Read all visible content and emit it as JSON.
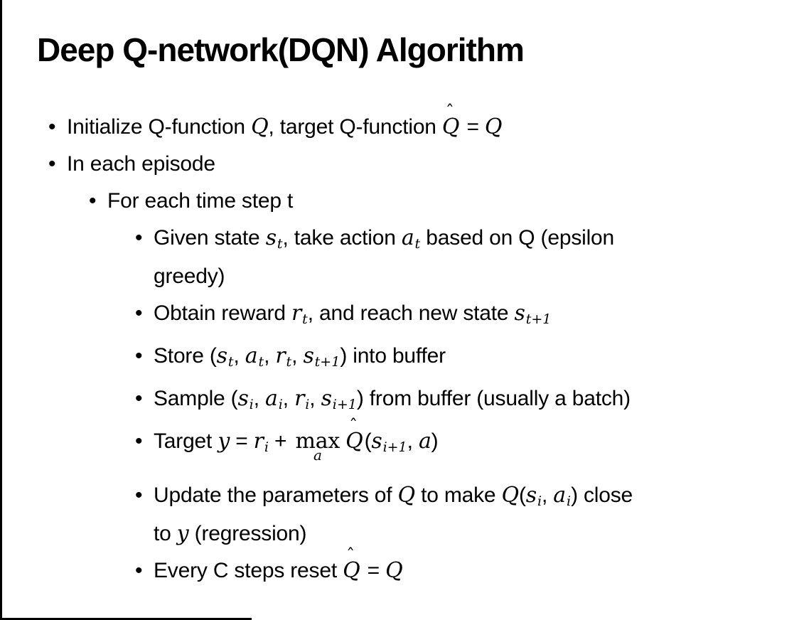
{
  "slide": {
    "title": "Deep Q-network(DQN) Algorithm",
    "bullet_glyph": "•",
    "hat_glyph": "ˆ",
    "colors": {
      "text": "#000000",
      "background": "#ffffff",
      "border": "#000000"
    },
    "bullets": [
      {
        "level": 1,
        "lines": [
          [
            {
              "t": "x",
              "v": "Initialize Q-function "
            },
            {
              "t": "m",
              "v": "Q"
            },
            {
              "t": "x",
              "v": ", target Q-function "
            },
            {
              "t": "mh",
              "v": "Q"
            },
            {
              "t": "x",
              "v": " = "
            },
            {
              "t": "m",
              "v": "Q"
            }
          ]
        ]
      },
      {
        "level": 1,
        "lines": [
          [
            {
              "t": "x",
              "v": "In each episode"
            }
          ]
        ]
      },
      {
        "level": 2,
        "lines": [
          [
            {
              "t": "x",
              "v": "For each time step t"
            }
          ]
        ]
      },
      {
        "level": 3,
        "lines": [
          [
            {
              "t": "x",
              "v": "Given state "
            },
            {
              "t": "ms",
              "v": "s",
              "s": "t"
            },
            {
              "t": "x",
              "v": ", take action "
            },
            {
              "t": "ms",
              "v": "a",
              "s": "t"
            },
            {
              "t": "x",
              "v": " based on Q (epsilon"
            }
          ],
          [
            {
              "t": "x",
              "v": "greedy)"
            }
          ]
        ]
      },
      {
        "level": 3,
        "lines": [
          [
            {
              "t": "x",
              "v": "Obtain reward "
            },
            {
              "t": "ms",
              "v": "r",
              "s": "t"
            },
            {
              "t": "x",
              "v": ", and reach new state "
            },
            {
              "t": "ms",
              "v": "s",
              "s": "t+1"
            }
          ]
        ]
      },
      {
        "level": 3,
        "lines": [
          [
            {
              "t": "x",
              "v": "Store ("
            },
            {
              "t": "ms",
              "v": "s",
              "s": "t"
            },
            {
              "t": "x",
              "v": ", "
            },
            {
              "t": "ms",
              "v": "a",
              "s": "t"
            },
            {
              "t": "x",
              "v": ", "
            },
            {
              "t": "ms",
              "v": "r",
              "s": "t"
            },
            {
              "t": "x",
              "v": ", "
            },
            {
              "t": "ms",
              "v": "s",
              "s": "t+1"
            },
            {
              "t": "x",
              "v": ") into buffer"
            }
          ]
        ]
      },
      {
        "level": 3,
        "lines": [
          [
            {
              "t": "x",
              "v": "Sample ("
            },
            {
              "t": "ms",
              "v": "s",
              "s": "i"
            },
            {
              "t": "x",
              "v": ", "
            },
            {
              "t": "ms",
              "v": "a",
              "s": "i"
            },
            {
              "t": "x",
              "v": ", "
            },
            {
              "t": "ms",
              "v": "r",
              "s": "i"
            },
            {
              "t": "x",
              "v": ", "
            },
            {
              "t": "ms",
              "v": "s",
              "s": "i+1"
            },
            {
              "t": "x",
              "v": ") from buffer (usually a batch)"
            }
          ]
        ]
      },
      {
        "level": 3,
        "lines": [
          [
            {
              "t": "x",
              "v": "Target "
            },
            {
              "t": "m",
              "v": "y"
            },
            {
              "t": "x",
              "v": " = "
            },
            {
              "t": "ms",
              "v": "r",
              "s": "i"
            },
            {
              "t": "x",
              "v": " + "
            },
            {
              "t": "max",
              "v": "max",
              "s": "a"
            },
            {
              "t": "mh",
              "v": "Q"
            },
            {
              "t": "x",
              "v": "("
            },
            {
              "t": "ms",
              "v": "s",
              "s": "i+1"
            },
            {
              "t": "x",
              "v": ", "
            },
            {
              "t": "m",
              "v": "a"
            },
            {
              "t": "x",
              "v": ")"
            }
          ]
        ]
      },
      {
        "level": 3,
        "lines": [
          [
            {
              "t": "x",
              "v": "Update the parameters of "
            },
            {
              "t": "m",
              "v": "Q"
            },
            {
              "t": "x",
              "v": " to make "
            },
            {
              "t": "m",
              "v": "Q"
            },
            {
              "t": "x",
              "v": "("
            },
            {
              "t": "ms",
              "v": "s",
              "s": "i"
            },
            {
              "t": "x",
              "v": ", "
            },
            {
              "t": "ms",
              "v": "a",
              "s": "i"
            },
            {
              "t": "x",
              "v": ") close"
            }
          ],
          [
            {
              "t": "x",
              "v": "to "
            },
            {
              "t": "m",
              "v": "y"
            },
            {
              "t": "x",
              "v": " (regression)"
            }
          ]
        ]
      },
      {
        "level": 3,
        "lines": [
          [
            {
              "t": "x",
              "v": "Every C steps reset "
            },
            {
              "t": "mh",
              "v": "Q"
            },
            {
              "t": "x",
              "v": " = "
            },
            {
              "t": "m",
              "v": "Q"
            }
          ]
        ]
      }
    ]
  }
}
